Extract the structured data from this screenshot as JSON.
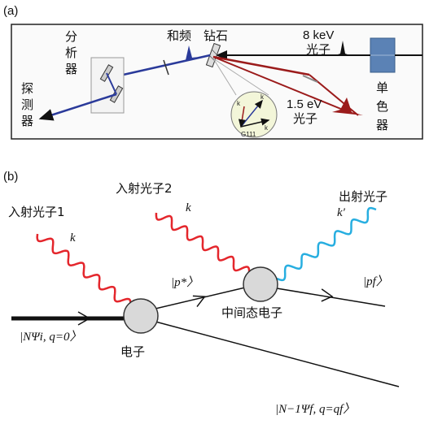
{
  "panel_a": {
    "tag": "(a)",
    "freq_label": "和频",
    "diamond_label": "钻石",
    "xray_energy": "8 keV",
    "xray_photon": "光子",
    "analyzer": [
      "分",
      "析",
      "器"
    ],
    "detector": [
      "探",
      "测",
      "器"
    ],
    "mono": [
      "单",
      "色",
      "器"
    ],
    "optical_energy": "1.5 eV",
    "optical_photon": "光子",
    "inset_labels": [
      "k",
      "k",
      "G111",
      "k"
    ],
    "colors": {
      "xray": "#111111",
      "sum": "#2a3a9a",
      "optical": "#9b1b1b",
      "mono": "#5b82b5"
    }
  },
  "panel_b": {
    "tag": "(b)",
    "photon1": "入射光子1",
    "photon1_k": "k",
    "photon2": "入射光子2",
    "photon2_k": "k",
    "out_photon": "出射光子",
    "out_k": "k′",
    "p_star": "|p*〉",
    "p_f": "|pf〉",
    "intermediate": "中间态电子",
    "electron": "电子",
    "initial_state": "|NΨi, q=0〉",
    "final_state": "|N−1Ψf, q=qf〉",
    "colors": {
      "in_wave": "#e4262c",
      "out_wave": "#27aee0",
      "vertex": "#d9d9d9"
    }
  }
}
